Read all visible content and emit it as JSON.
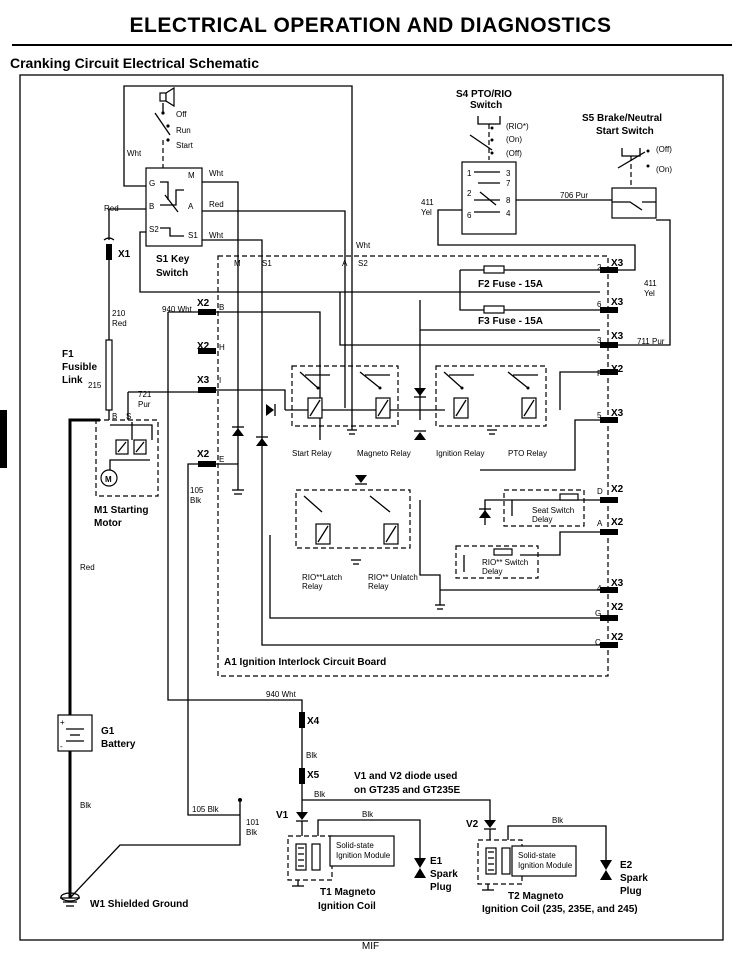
{
  "header": {
    "title": "ELECTRICAL   OPERATION AND DIAGNOSTICS",
    "section": "Cranking Circuit Electrical Schematic"
  },
  "footer": {
    "text": "MIF"
  },
  "key_switch": {
    "label_line1": "S1 Key",
    "label_line2": "Switch",
    "positions": [
      "Off",
      "Run",
      "Start"
    ],
    "terminals": [
      "G",
      "B",
      "S2",
      "M",
      "A",
      "S1"
    ],
    "wire_wht": "Wht",
    "wire_red": "Red"
  },
  "pto_switch": {
    "label_line1": "S4 PTO/RIO",
    "label_line2": "Switch",
    "positions": [
      "(RIO*)",
      "(On)",
      "(Off)"
    ],
    "pins": [
      "1",
      "2",
      "6",
      "3",
      "7",
      "8",
      "4"
    ]
  },
  "brake_switch": {
    "label_line1": "S5 Brake/Neutral",
    "label_line2": "Start Switch",
    "positions": [
      "(Off)",
      "(On)"
    ]
  },
  "connectors": {
    "x1": "X1",
    "x2": "X2",
    "x3": "X3",
    "x4": "X4",
    "x5": "X5"
  },
  "fuses": {
    "f2": "F2 Fuse - 15A",
    "f3": "F3 Fuse - 15A",
    "f1_line1": "F1",
    "f1_line2": "Fusible",
    "f1_line3": "Link"
  },
  "wires": {
    "w210": "210",
    "red": "Red",
    "w940": "940 Wht",
    "w721": "721",
    "pur": "Pur",
    "w215": "215",
    "w105": "105",
    "blk": "Blk",
    "w411": "411",
    "yel": "Yel",
    "w706": "706 Pur",
    "w711": "711 Pur",
    "w105blk": "105 Blk",
    "w101": "101",
    "wht": "Wht"
  },
  "pins": {
    "b": "B",
    "h": "H",
    "i": "I",
    "e": "E",
    "m": "M",
    "s1": "S1",
    "a": "A",
    "s2": "S2",
    "p2": "2",
    "p6": "6",
    "p3": "3",
    "pF": "F",
    "p5": "5",
    "pD": "D",
    "pA": "A",
    "p4": "4",
    "pG": "G",
    "pC": "C",
    "mS": "S"
  },
  "board": {
    "label": "A1 Ignition Interlock Circuit Board",
    "relays": [
      "Start Relay",
      "Magneto Relay",
      "Ignition Relay",
      "PTO Relay"
    ],
    "rio_latch_l1": "RIO**Latch",
    "rio_latch_l2": "Relay",
    "rio_unlatch_l1": "RIO** Unlatch",
    "rio_unlatch_l2": "Relay",
    "seat_l1": "Seat Switch",
    "seat_l2": "Delay",
    "rio_sw_l1": "RIO** Switch",
    "rio_sw_l2": "Delay"
  },
  "motor": {
    "label_line1": "M1 Starting",
    "label_line2": "Motor",
    "symbol": "M"
  },
  "battery": {
    "label_line1": "G1",
    "label_line2": "Battery"
  },
  "ground": {
    "label": "W1 Shielded Ground"
  },
  "magneto": {
    "note_line1": "V1 and V2 diode used",
    "note_line2": "on GT235 and GT235E",
    "v1": "V1",
    "v2": "V2",
    "module_line1": "Solid-state",
    "module_line2": "Ignition Module",
    "e1_l1": "E1",
    "e1_l2": "Spark",
    "e1_l3": "Plug",
    "e2_l1": "E2",
    "e2_l2": "Spark",
    "e2_l3": "Plug",
    "t1_l1": "T1 Magneto",
    "t1_l2": "Ignition Coil",
    "t2_l1": "T2 Magneto",
    "t2_l2": "Ignition Coil (235, 235E, and 245)"
  },
  "icons": [
    "speaker-icon",
    "relay-coil-icon",
    "diode-icon",
    "ground-icon",
    "fuse-icon",
    "motor-icon",
    "battery-icon",
    "spark-plug-icon"
  ]
}
